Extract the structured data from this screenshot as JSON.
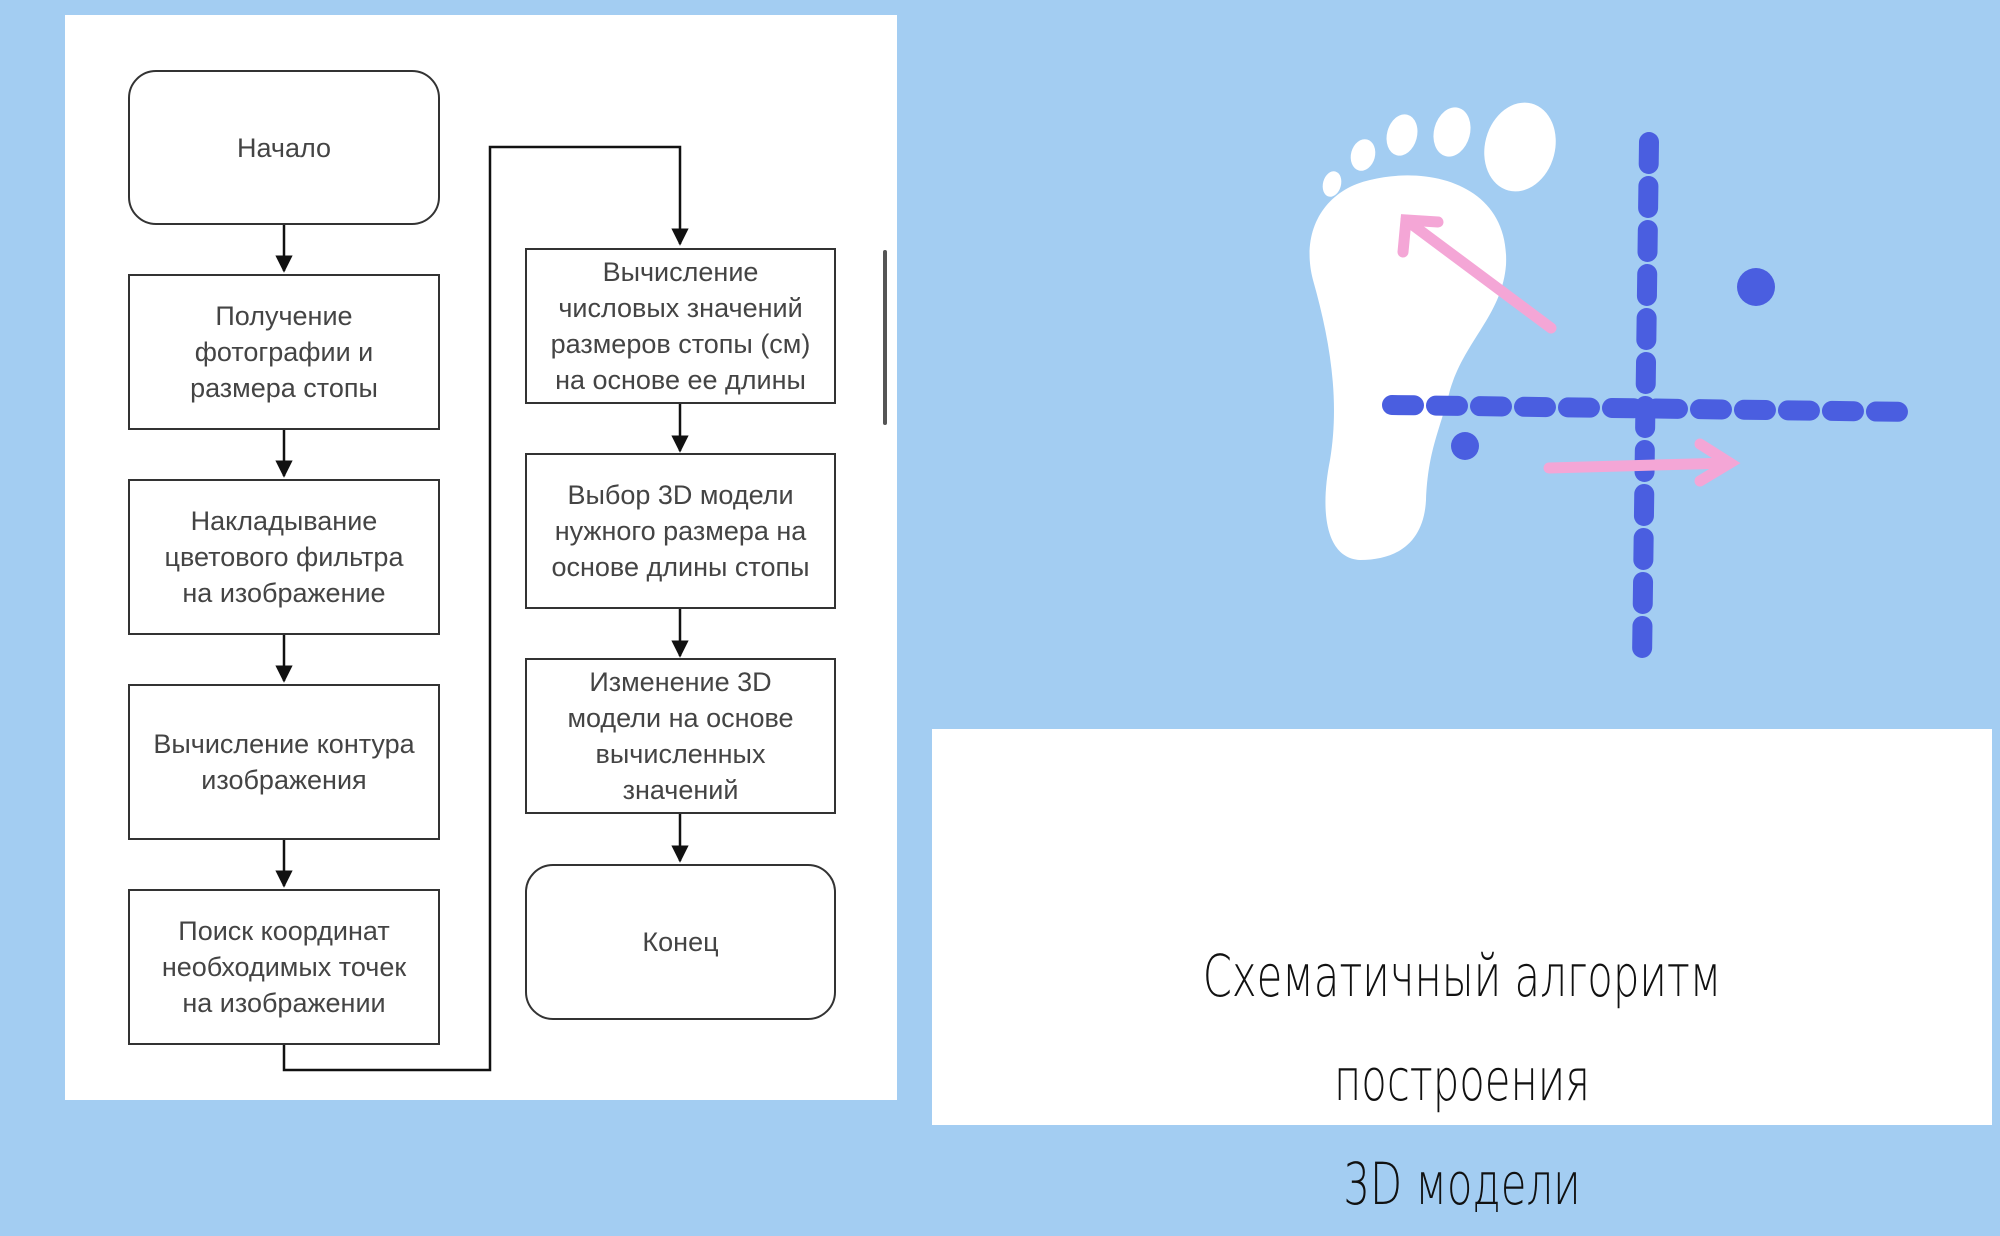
{
  "flowchart": {
    "start": "Начало",
    "steps_left": [
      "Получение\nфотографии и\nразмера стопы",
      "Накладывание\nцветового фильтра\nна изображение",
      "Вычисление контура\nизображения",
      "Поиск координат\nнеобходимых точек\nна изображении"
    ],
    "steps_right": [
      "Вычисление\nчисловых значений\nразмеров стопы (см)\nна основе ее длины",
      "Выбор 3D модели\nнужного размера на\nоснове длины стопы",
      "Изменение 3D\nмодели на основе\nвычисленных\nзначений"
    ],
    "end": "Конец"
  },
  "caption": "Схематичный алгоритм построения\n3D модели",
  "illustration": {
    "icons": [
      "footprint-icon",
      "axis-cross-icon",
      "arrow-diagonal-icon",
      "arrow-right-icon",
      "dot-icon"
    ]
  },
  "colors": {
    "background": "#a3cdf2",
    "panel": "#ffffff",
    "box_border": "#333333",
    "axis_blue": "#4a5ee0",
    "arrow_pink": "#f4a6d6",
    "footprint": "#ffffff"
  }
}
